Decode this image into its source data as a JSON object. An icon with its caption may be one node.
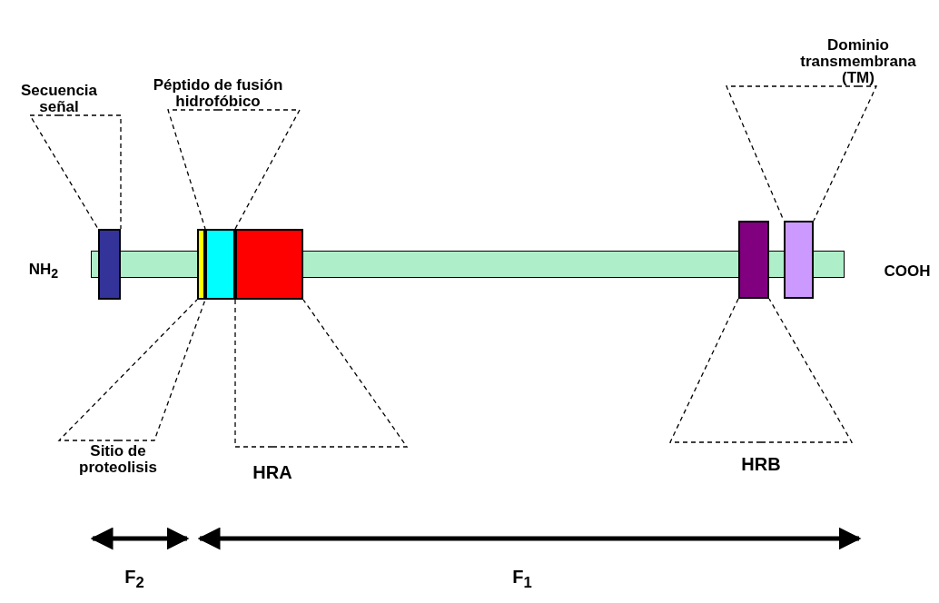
{
  "diagram": {
    "nodes": [
      {
        "text": [
          "Secuencia señal"
        ]
      },
      {
        "text": [
          "Péptido de fusión hidrofóbico"
        ]
      },
      {
        "text": [
          "Dominio transmembrana (TM)"
        ]
      },
      {
        "text": [],
        "shape": "bar"
      },
      {
        "text": [],
        "shape": "box"
      },
      {
        "text": [],
        "shape": "box"
      },
      {
        "text": [],
        "shape": "box"
      },
      {
        "text": [],
        "shape": "box"
      },
      {
        "text": [],
        "shape": "box"
      },
      {
        "text": [],
        "shape": "box"
      },
      {
        "text": [
          "Sitio de proteolisis"
        ]
      },
      {
        "text": [
          "HRA"
        ]
      },
      {
        "text": [
          "HRB"
        ]
      }
    ],
    "edges": [
      {
        "from": 0,
        "to": 4,
        "arrow": "none",
        "style": "dashed"
      },
      {
        "from": 1,
        "to": 6,
        "arrow": "none",
        "style": "dashed"
      },
      {
        "from": 2,
        "to": 9,
        "arrow": "none",
        "style": "dashed"
      },
      {
        "from": 10,
        "to": 5,
        "arrow": "none",
        "style": "dashed"
      },
      {
        "from": 11,
        "to": 7,
        "arrow": "none",
        "style": "dashed"
      },
      {
        "from": 12,
        "to": 8,
        "arrow": "none",
        "style": "dashed"
      }
    ],
    "labels": [
      "NH$_{2}$",
      "COOH",
      "F$_{2}$",
      "F$_{1}$"
    ]
  }
}
